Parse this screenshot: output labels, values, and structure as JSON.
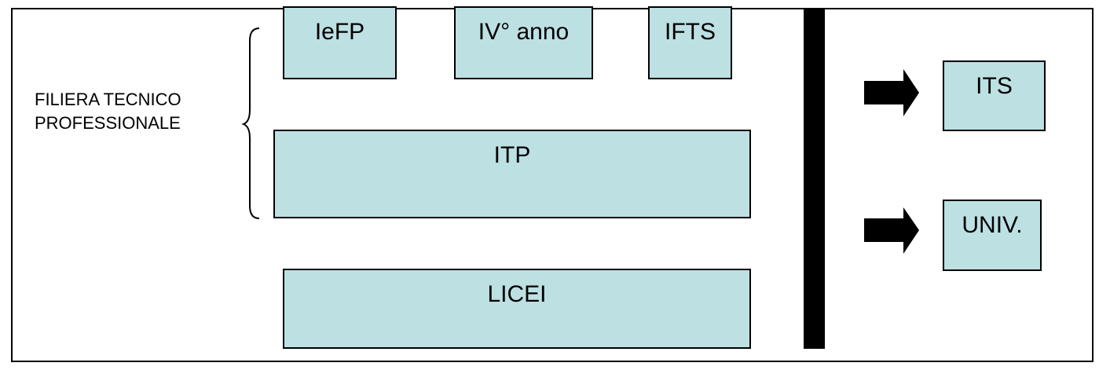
{
  "side_label": {
    "line1": "FILIERA TECNICO",
    "line2": "PROFESSIONALE"
  },
  "boxes": {
    "iefp": "IeFP",
    "iv_anno": "IV° anno",
    "ifts": "IFTS",
    "itp": "ITP",
    "licei": "LICEI",
    "its": "ITS",
    "univ": "UNIV."
  },
  "colors": {
    "box_fill": "#bde0e3",
    "border": "#000000",
    "bar": "#000000",
    "arrow": "#000000"
  }
}
